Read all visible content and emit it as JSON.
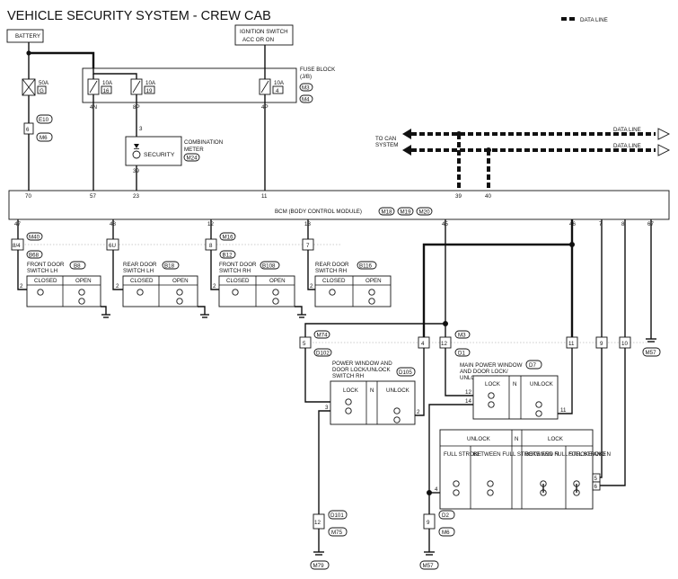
{
  "title": "VEHICLE SECURITY SYSTEM - CREW CAB",
  "legend": {
    "data_line": "DATA LINE"
  },
  "battery": "BATTERY",
  "ignition": {
    "line1": "IGNITION SWITCH",
    "line2": "ACC OR ON"
  },
  "fuse_block": {
    "line1": "FUSE BLOCK",
    "line2": "(J/B)",
    "conn1": "M3",
    "conn2": "M4"
  },
  "fuses": [
    {
      "amp": "50A",
      "num": "G"
    },
    {
      "amp": "10A",
      "num": "16"
    },
    {
      "amp": "10A",
      "num": "19"
    },
    {
      "amp": "10A",
      "num": "4"
    }
  ],
  "fuse_pins": {
    "p16": "4N",
    "p19": "8P",
    "p4": "4P"
  },
  "joint": {
    "pin": "6",
    "conn1": "E10",
    "conn2": "M6"
  },
  "meter": {
    "pin_top": "3",
    "pin_bottom": "39",
    "label": "SECURITY",
    "name1": "COMBINATION",
    "name2": "METER",
    "conn": "M24"
  },
  "can": {
    "line1": "TO CAN",
    "line2": "SYSTEM",
    "data1": "DATA LINE",
    "data2": "DATA LINE"
  },
  "bcm": {
    "label": "BCM (BODY CONTROL MODULE)",
    "conns": [
      "M18",
      "M19",
      "M20"
    ],
    "top_pins": [
      "70",
      "57",
      "23",
      "11",
      "39",
      "40"
    ],
    "bottom_pins": [
      "47",
      "48",
      "12",
      "13",
      "45",
      "46",
      "7",
      "8",
      "67"
    ]
  },
  "switches": [
    {
      "name1": "FRONT DOOR",
      "name2": "SWITCH LH",
      "conn": "B8",
      "in_pin": "8/4",
      "in_conn1": "M40",
      "in_conn2": "B68",
      "pin": "2",
      "open": "OPEN",
      "closed": "CLOSED"
    },
    {
      "name1": "REAR DOOR",
      "name2": "SWITCH LH",
      "conn": "B18",
      "in_pin": "6U",
      "pin": "2",
      "open": "OPEN",
      "closed": "CLOSED"
    },
    {
      "name1": "FRONT DOOR",
      "name2": "SWITCH RH",
      "conn": "B108",
      "in_pin": "8",
      "in_conn1": "M16",
      "in_conn2": "B12",
      "pin": "2",
      "open": "OPEN",
      "closed": "CLOSED"
    },
    {
      "name1": "REAR DOOR",
      "name2": "SWITCH RH",
      "conn": "B116",
      "in_pin": "7",
      "pin": "2",
      "open": "OPEN",
      "closed": "CLOSED"
    }
  ],
  "harness_rh": {
    "conn1": "M74",
    "conn2": "D102",
    "pins": [
      "5",
      "4"
    ]
  },
  "harness_lh": {
    "conn1": "M3",
    "conn2": "D1",
    "pins": [
      "12",
      "11",
      "9",
      "10"
    ]
  },
  "pw_rh": {
    "name1": "POWER WINDOW AND",
    "name2": "DOOR LOCK/UNLOCK",
    "name3": "SWITCH RH",
    "conn": "D105",
    "lock": "LOCK",
    "n": "N",
    "unlock": "UNLOCK",
    "pin_l": "3",
    "pin_r": "2"
  },
  "pw_main": {
    "name1": "MAIN POWER WINDOW",
    "name2": "AND DOOR LOCK/",
    "name3": "UNLOCK SWITCH",
    "conn": "D7",
    "lock": "LOCK",
    "n": "N",
    "unlock": "UNLOCK",
    "pin_a": "12",
    "pin_b": "14",
    "pin_c": "11"
  },
  "actuator": {
    "unlock": "UNLOCK",
    "n": "N",
    "lock": "LOCK",
    "full_stroke": "FULL STROKE",
    "between": "BETWEEN FULL STROKE AND N",
    "pin_l": "4",
    "pin_r1": "5",
    "pin_r2": "6"
  },
  "ground_rh": {
    "pin": "12",
    "conn1": "D101",
    "conn2": "M75",
    "gnd": "M79"
  },
  "ground_lh": {
    "pin": "9",
    "conn1": "D2",
    "conn2": "M6",
    "gnd": "M57"
  },
  "ground_bcm": {
    "gnd": "M57"
  }
}
